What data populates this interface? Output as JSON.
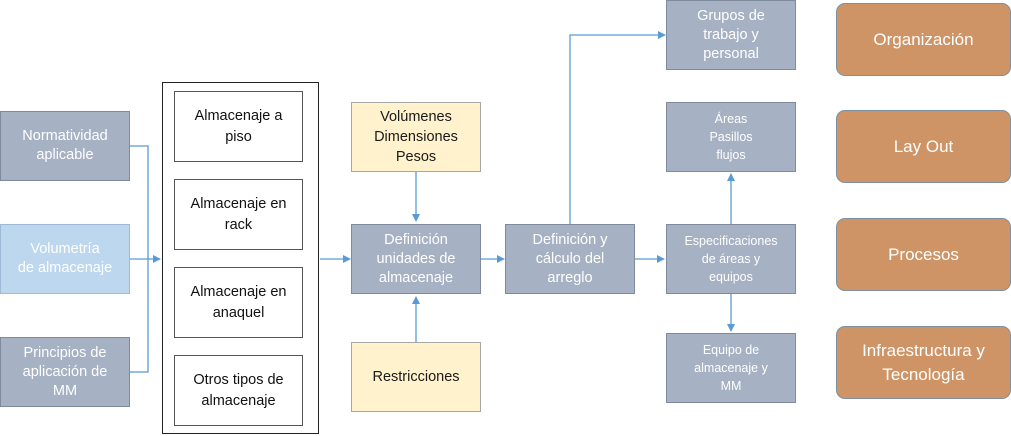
{
  "inputs": {
    "normatividad": "Normatividad\naplicable",
    "volumetria": "Volumetría\nde almacenaje",
    "principios": "Principios de\naplicación de\nMM"
  },
  "storage_types": {
    "piso": "Almacenaje a\npiso",
    "rack": "Almacenaje en\nrack",
    "anaquel": "Almacenaje en\nanaquel",
    "otros": "Otros tipos de\nalmacenaje"
  },
  "center": {
    "volumenes": "Volúmenes\nDimensiones\nPesos",
    "definicion_unidades": "Definición\nunidades de\nalmacenaje",
    "restricciones": "Restricciones"
  },
  "process": {
    "definicion_arreglo": "Definición y\ncálculo del\narreglo",
    "grupos": "Grupos de\ntrabajo y\npersonal",
    "areas": "Áreas\nPasillos\nflujos",
    "especificaciones": "Especificaciones\nde áreas y\nequipos",
    "equipo": "Equipo de\nalmacenaje y\nMM"
  },
  "categories": {
    "organizacion": "Organización",
    "layout": "Lay Out",
    "procesos": "Procesos",
    "infraestructura": "Infraestructura y\nTecnología"
  },
  "colors": {
    "gray_box": "#a6b1c3",
    "blue_box": "#bdd7ee",
    "cream_box": "#fff2cc",
    "orange_box": "#cf9466",
    "arrow": "#5b9bd5"
  }
}
